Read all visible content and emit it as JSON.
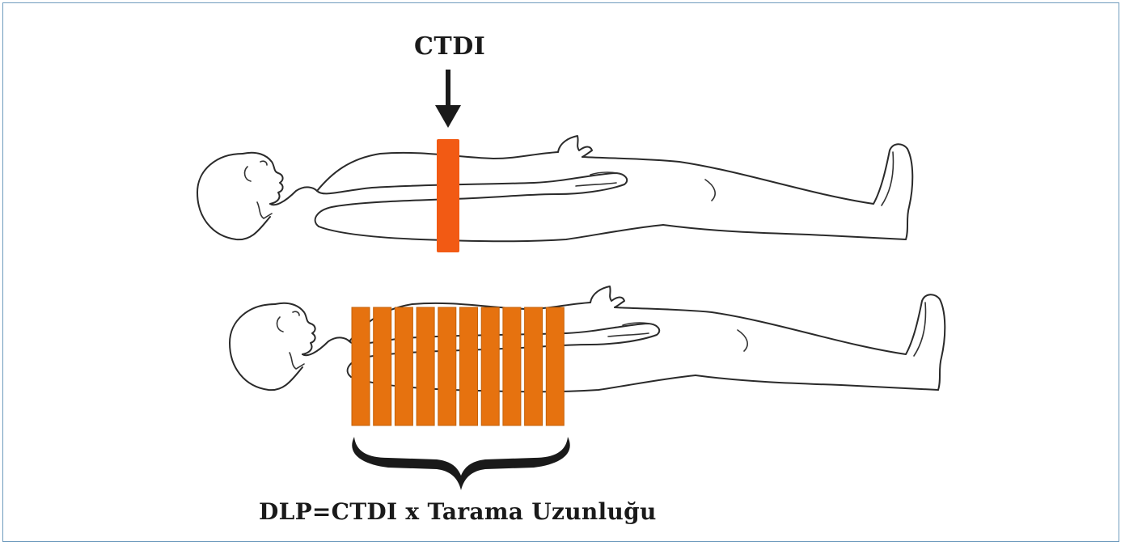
{
  "labels": {
    "ctdi": "CTDI",
    "formula": "DLP=CTDI x Tarama Uzunluğu"
  },
  "colors": {
    "dose_band": "#f25a14",
    "slice_band": "#e6720f",
    "slice_band_edge": "#c4620a",
    "arrow": "#1a1a1a",
    "brace": "#1a1a1a",
    "frame": "#6f9bbd"
  },
  "scan": {
    "slice_count": 10
  }
}
